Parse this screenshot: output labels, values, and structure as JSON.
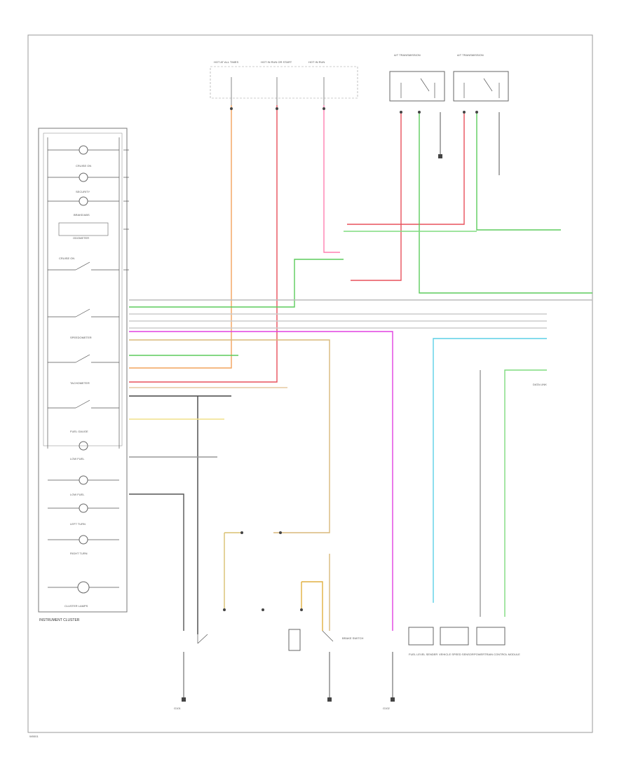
{
  "cluster": {
    "title": "INSTRUMENT CLUSTER",
    "items": [
      "CRUISE ON",
      "SECURITY",
      "BRAKE/ABS",
      "TACHOMETER",
      "FUEL GAUGE",
      "LOW FUEL",
      "LEFT TURN",
      "RIGHT TURN",
      "CLUSTER LAMPS"
    ],
    "speedometer_label": "SPEEDOMETER",
    "odometer_label": "ODOMETER"
  },
  "components": {
    "top_fuse_1": "HOT AT ALL TIMES",
    "top_fuse_2": "HOT IN RUN OR START",
    "top_fuse_3": "HOT IN RUN",
    "trans_relay_1": "A/T TRANSMISSION",
    "trans_relay_2": "A/T TRANSMISSION",
    "brake_switch": "BRAKE SWITCH",
    "fuel_sender": "FUEL LEVEL SENDER",
    "vss": "VEHICLE SPEED SENSOR",
    "pcm": "POWERTRAIN CONTROL MODULE",
    "data_link": "DATA LINK",
    "ground_1": "G101",
    "ground_2": "G102"
  },
  "footer": {
    "code": "W0001"
  },
  "colors": {
    "orange": "#f2a35c",
    "red": "#e8505b",
    "pink": "#ff7fb0",
    "magenta": "#e040e0",
    "green": "#5ccc5c",
    "lightgreen": "#7fdc7f",
    "cyan": "#5ccfe6",
    "yellow": "#e6d27a",
    "tan": "#d8b87a",
    "gray": "#888888",
    "dark": "#333333"
  }
}
